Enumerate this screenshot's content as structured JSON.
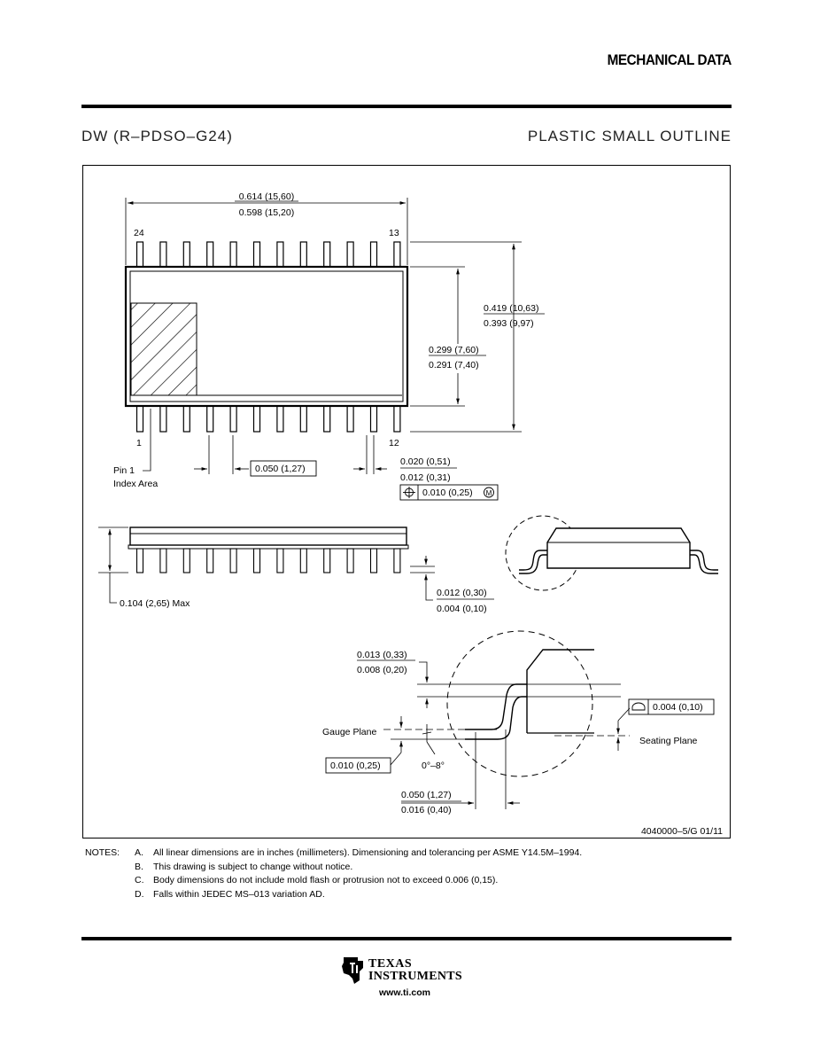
{
  "header": {
    "title": "MECHANICAL DATA"
  },
  "package": {
    "code": "DW (R–PDSO–G24)",
    "type": "PLASTIC SMALL OUTLINE"
  },
  "top_view": {
    "length_max": "0.614 (15,60)",
    "length_min": "0.598 (15,20)",
    "pin_label_24": "24",
    "pin_label_13": "13",
    "pin_label_1": "1",
    "pin_label_12": "12",
    "width_overall_max": "0.419 (10,63)",
    "width_overall_min": "0.393 (9,97)",
    "body_width_max": "0.299 (7,60)",
    "body_width_min": "0.291 (7,40)",
    "pitch": "0.050 (1,27)",
    "lead_width_max": "0.020 (0,51)",
    "lead_width_min": "0.012 (0,31)",
    "position_tolerance": "0.010 (0,25)",
    "position_modifier": "M",
    "pin1_label_line1": "Pin 1",
    "pin1_label_line2": "Index Area"
  },
  "side_view": {
    "height_max": "0.104 (2,65) Max",
    "standoff_max": "0.012 (0,30)",
    "standoff_min": "0.004 (0,10)"
  },
  "detail_view": {
    "lead_thickness_max": "0.013 (0,33)",
    "lead_thickness_min": "0.008 (0,20)",
    "gauge_plane_label": "Gauge Plane",
    "gauge_offset": "0.010 (0,25)",
    "angle": "0°–8°",
    "foot_length_max": "0.050 (1,27)",
    "foot_length_min": "0.016 (0,40)",
    "coplanarity": "0.004 (0,10)",
    "seating_plane_label": "Seating Plane"
  },
  "drawing_id": "4040000–5/G 01/11",
  "notes": {
    "label": "NOTES:",
    "items": [
      {
        "letter": "A.",
        "text": "All linear dimensions are in inches (millimeters). Dimensioning and tolerancing per ASME Y14.5M–1994."
      },
      {
        "letter": "B.",
        "text": "This drawing is subject to change without notice."
      },
      {
        "letter": "C.",
        "text": "Body dimensions do not include mold flash or protrusion not to exceed 0.006 (0,15)."
      },
      {
        "letter": "D.",
        "text": "Falls within JEDEC MS–013 variation AD."
      }
    ]
  },
  "footer": {
    "logo_word1": "TEXAS",
    "logo_word2": "INSTRUMENTS",
    "url": "www.ti.com"
  }
}
